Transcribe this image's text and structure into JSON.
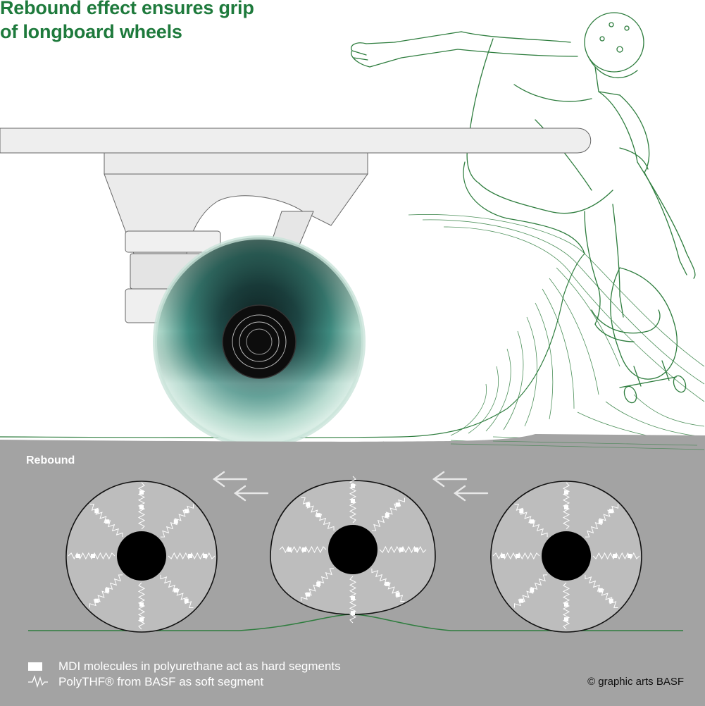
{
  "title": {
    "line1": "Rebound effect ensures grip",
    "line2": "of longboard wheels"
  },
  "section_label": "Rebound",
  "legend": {
    "hard_segment": "MDI molecules in polyurethane act as hard segments",
    "soft_segment": "PolyTHF® from BASF as soft segment"
  },
  "credit": "© graphic arts BASF",
  "colors": {
    "title_green": "#1e7a3c",
    "line_green": "#2e7d3e",
    "panel_gray": "#a3a3a3",
    "wheel_gray": "#bdbdbd"
  },
  "icons": [
    "motion-arrows-icon",
    "spring-icon",
    "hard-segment-icon"
  ]
}
